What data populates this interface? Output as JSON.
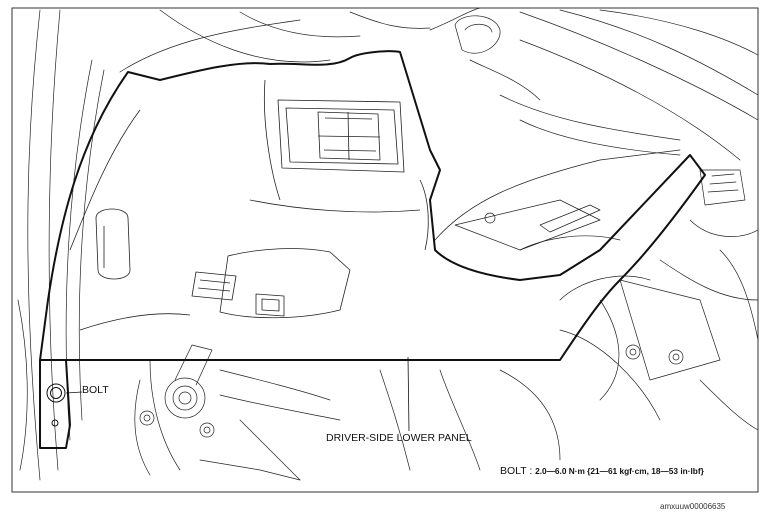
{
  "callouts": {
    "bolt": "BOLT",
    "panel": "DRIVER-SIDE LOWER PANEL"
  },
  "spec": {
    "label": "BOLT :",
    "value": "2.0—6.0 N·m {21—61 kgf·cm, 18—53 in·lbf}"
  },
  "figure_id": "amxuuw00006635",
  "colors": {
    "line": "#1a1a1a",
    "background": "#ffffff",
    "border": "#333333"
  }
}
